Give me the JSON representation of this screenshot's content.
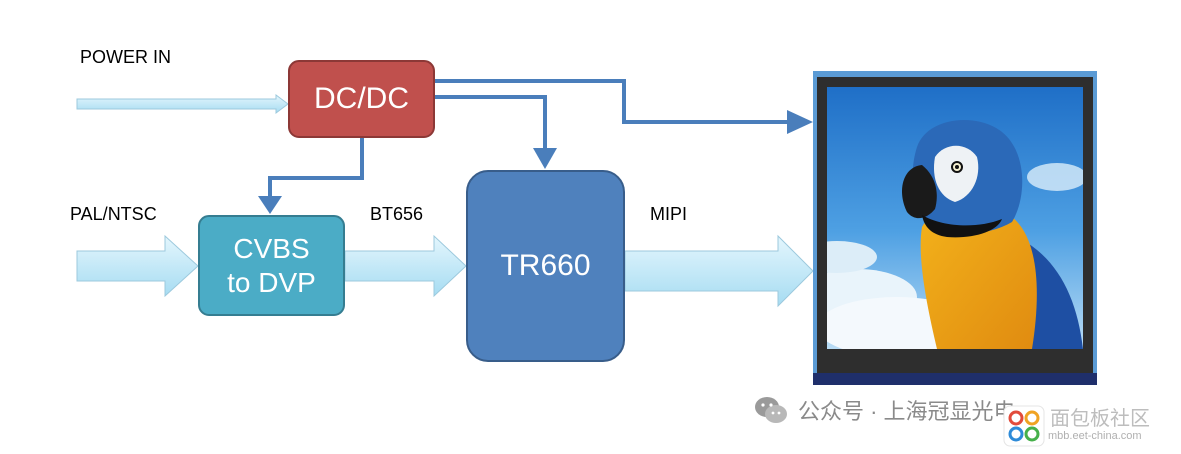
{
  "diagram": {
    "blocks": {
      "dcdc": "DC/DC",
      "cvbs_line1": "CVBS",
      "cvbs_line2": "to DVP",
      "tr660": "TR660"
    },
    "labels": {
      "power_in": "POWER IN",
      "pal_ntsc": "PAL/NTSC",
      "bt656": "BT656",
      "mipi": "MIPI"
    },
    "display_image": "parrot-photo"
  },
  "watermark": {
    "text": "公众号 · 上海冠显光电",
    "site": "mbb.eet-china.com",
    "overlay": "面包板社区"
  },
  "colors": {
    "dcdc": "#c0504d",
    "cvbs": "#4bacc6",
    "tr660": "#4f81bd",
    "arrow_line": "#4a7ebb",
    "arrow_fill": "#b9e6f7"
  }
}
